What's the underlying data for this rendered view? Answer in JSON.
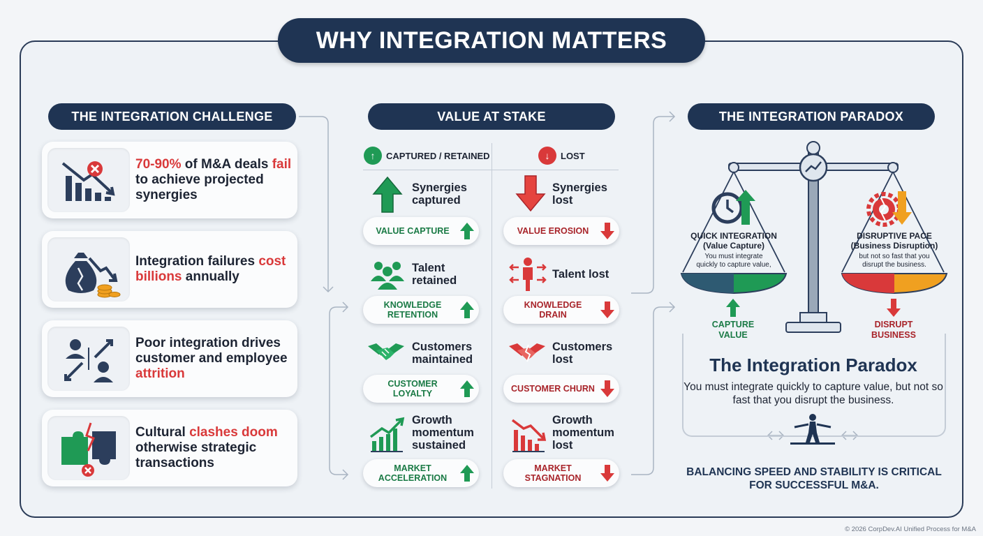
{
  "title": "WHY INTEGRATION MATTERS",
  "sections": {
    "challenge": "THE INTEGRATION CHALLENGE",
    "value": "VALUE AT STAKE",
    "paradox": "THE INTEGRATION PARADOX"
  },
  "challenges": [
    {
      "parts": [
        {
          "t": "70-90%",
          "red": true
        },
        {
          "t": " of M&A deals ",
          "red": false
        },
        {
          "t": "fail",
          "red": true
        },
        {
          "t": " to achieve projected synergies",
          "red": false
        }
      ],
      "icon": "declining-bar-chart-icon"
    },
    {
      "parts": [
        {
          "t": "Integration failures ",
          "red": false
        },
        {
          "t": "cost billions",
          "red": true
        },
        {
          "t": " annually",
          "red": false
        }
      ],
      "icon": "money-bag-loss-icon"
    },
    {
      "parts": [
        {
          "t": "Poor integration drives customer and employee ",
          "red": false
        },
        {
          "t": "attrition",
          "red": true
        }
      ],
      "icon": "people-leaving-icon"
    },
    {
      "parts": [
        {
          "t": "Cultural ",
          "red": false
        },
        {
          "t": "clashes doom",
          "red": true
        },
        {
          "t": " otherwise strategic transactions",
          "red": false
        }
      ],
      "icon": "broken-puzzle-icon"
    }
  ],
  "value_columns": {
    "captured_label": "CAPTURED / RETAINED",
    "lost_label": "LOST"
  },
  "captured": [
    {
      "label": "Synergies captured",
      "pill": "VALUE CAPTURE",
      "icon": "arrow-up-icon"
    },
    {
      "label": "Talent retained",
      "pill": "KNOWLEDGE RETENTION",
      "icon": "team-icon"
    },
    {
      "label": "Customers maintained",
      "pill": "CUSTOMER LOYALTY",
      "icon": "handshake-icon"
    },
    {
      "label": "Growth momentum sustained",
      "pill": "MARKET ACCELERATION",
      "icon": "growth-chart-icon"
    }
  ],
  "lost": [
    {
      "label": "Synergies lost",
      "pill": "VALUE EROSION",
      "icon": "arrow-down-icon"
    },
    {
      "label": "Talent lost",
      "pill": "KNOWLEDGE DRAIN",
      "icon": "person-leaving-icon"
    },
    {
      "label": "Customers lost",
      "pill": "CUSTOMER CHURN",
      "icon": "broken-handshake-icon"
    },
    {
      "label": "Growth momentum lost",
      "pill": "MARKET STAGNATION",
      "icon": "decline-chart-icon"
    }
  ],
  "paradox": {
    "left_title": "QUICK INTEGRATION (Value Capture)",
    "left_sub": "You must integrate quickly to capture value,",
    "right_title": "DISRUPTIVE PACE (Business Disruption)",
    "right_sub": "but not so fast that you disrupt the business.",
    "left_side": "CAPTURE VALUE",
    "right_side": "DISRUPT BUSINESS",
    "heading": "The Integration Paradox",
    "body": "You must integrate quickly to capture value, but not so fast that you disrupt the business.",
    "footer": "BALANCING SPEED AND STABILITY IS CRITICAL FOR SUCCESSFUL M&A."
  },
  "colors": {
    "navy": "#1f3453",
    "green": "#1f9a55",
    "red": "#d9393a",
    "orange": "#f0a020"
  },
  "copyright": "© 2026 CorpDev.AI Unified Process for M&A"
}
